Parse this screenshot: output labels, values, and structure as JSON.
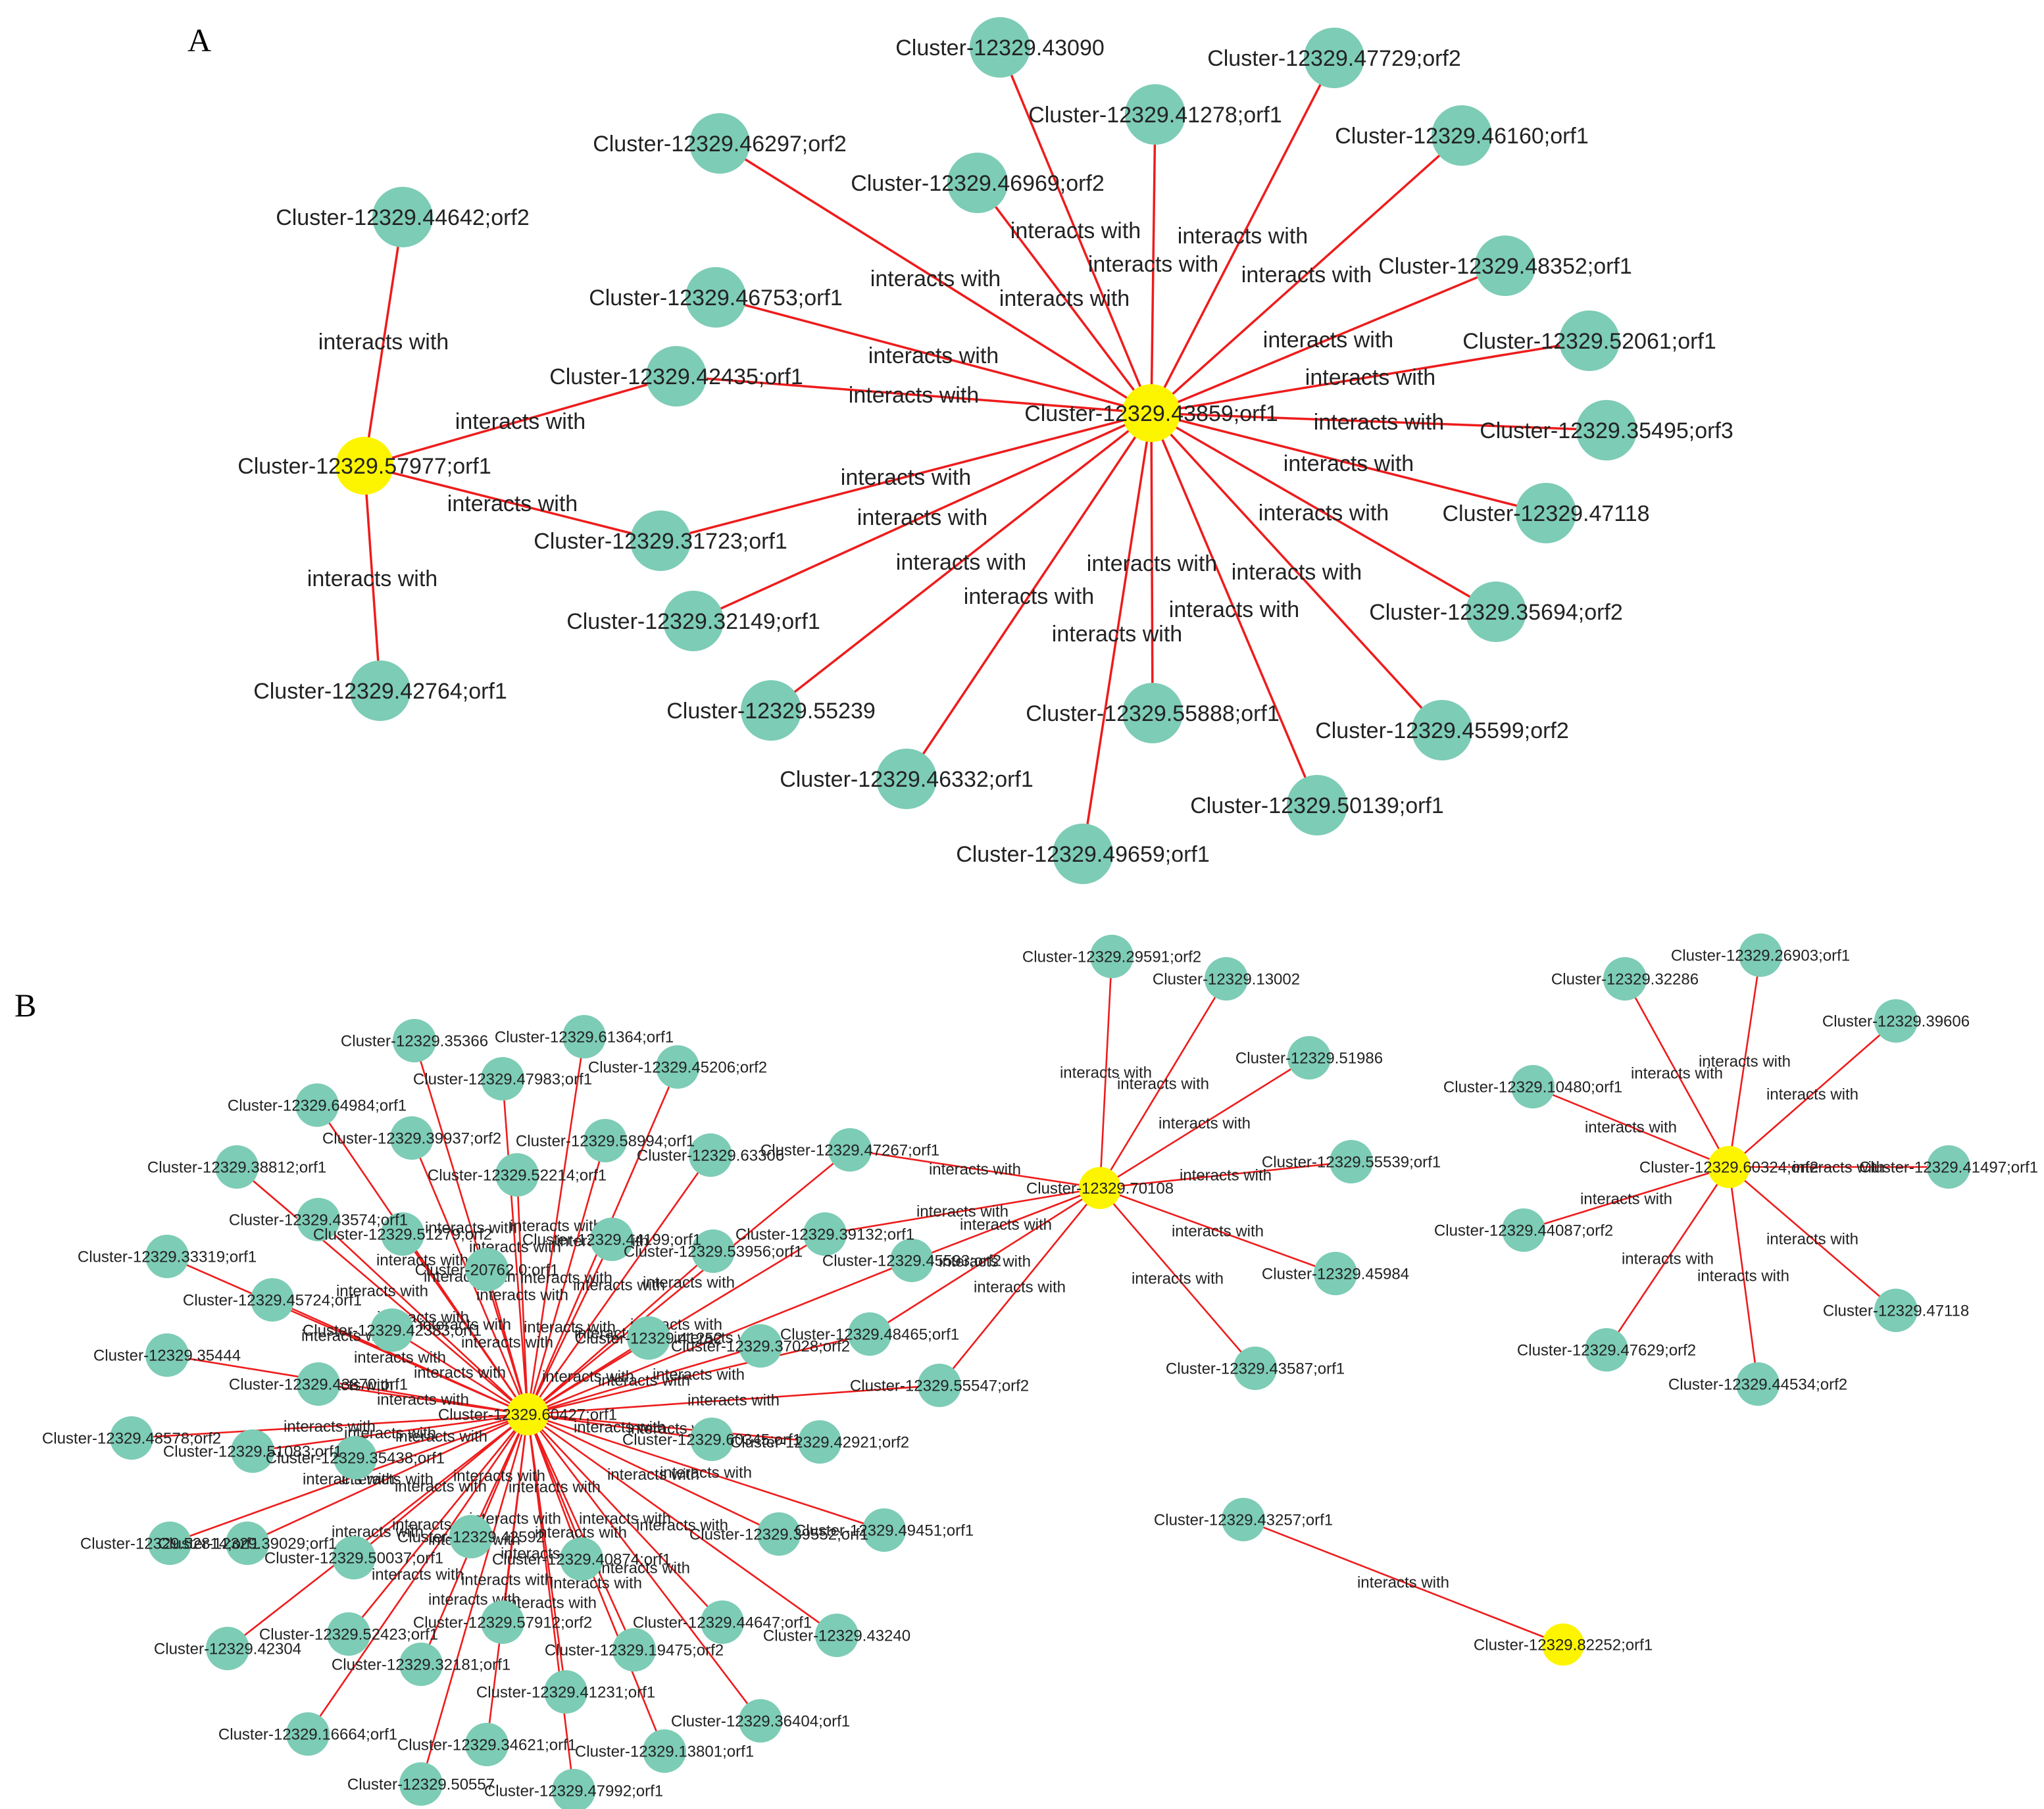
{
  "colors": {
    "edge": "#ee1c1c",
    "node": "#7dccb5",
    "hub": "#fdf500"
  },
  "panels": [
    {
      "label": "A",
      "edge_label": "interacts with",
      "hubs": [
        {
          "id": "Cluster-12329.43859;orf1",
          "neighbors": [
            "Cluster-12329.43090",
            "Cluster-12329.47729;orf2",
            "Cluster-12329.41278;orf1",
            "Cluster-12329.46297;orf2",
            "Cluster-12329.46969;orf2",
            "Cluster-12329.46160;orf1",
            "Cluster-12329.46753;orf1",
            "Cluster-12329.48352;orf1",
            "Cluster-12329.42435;orf1",
            "Cluster-12329.52061;orf1",
            "Cluster-12329.35495;orf3",
            "Cluster-12329.31723;orf1",
            "Cluster-12329.47118",
            "Cluster-12329.32149;orf1",
            "Cluster-12329.35694;orf2",
            "Cluster-12329.55239",
            "Cluster-12329.55888;orf1",
            "Cluster-12329.45599;orf2",
            "Cluster-12329.46332;orf1",
            "Cluster-12329.50139;orf1",
            "Cluster-12329.49659;orf1"
          ]
        },
        {
          "id": "Cluster-12329.57977;orf1",
          "neighbors": [
            "Cluster-12329.44642;orf2",
            "Cluster-12329.42435;orf1",
            "Cluster-12329.31723;orf1",
            "Cluster-12329.42764;orf1"
          ]
        }
      ]
    },
    {
      "label": "B",
      "edge_label": "interacts with",
      "hubs": [
        {
          "id": "Cluster-12329.60427;orf1",
          "neighbors": [
            "Cluster-12329.35366",
            "Cluster-12329.61364;orf1",
            "Cluster-12329.47983;orf1",
            "Cluster-12329.45206;orf2",
            "Cluster-12329.64984;orf1",
            "Cluster-12329.39937;orf2",
            "Cluster-12329.58994;orf1",
            "Cluster-12329.63306",
            "Cluster-12329.38812;orf1",
            "Cluster-12329.52214;orf1",
            "Cluster-12329.47267;orf1",
            "Cluster-12329.43574;orf1",
            "Cluster-12329.51279;orf2",
            "Cluster-12329.44199;orf1",
            "Cluster-12329.53956;orf1",
            "Cluster-12329.39132;orf1",
            "Cluster-12329.33319;orf1",
            "Cluster-20762.0;orf1",
            "Cluster-12329.45593;orf2",
            "Cluster-12329.45724;orf1",
            "Cluster-12329.42383;orf1",
            "Cluster-12329.41252",
            "Cluster-12329.37028;orf2",
            "Cluster-12329.48465;orf1",
            "Cluster-12329.35444",
            "Cluster-12329.43870;orf1",
            "Cluster-12329.55547;orf2",
            "Cluster-12329.48578;orf2",
            "Cluster-12329.51083;orf1",
            "Cluster-12329.35438;orf1",
            "Cluster-12329.60345;orf1",
            "Cluster-12329.42921;orf2",
            "Cluster-12329.52814;orf1",
            "Cluster-12329.39029;orf1",
            "Cluster-12329.50037;orf1",
            "Cluster-12329.42592",
            "Cluster-12329.39552;orf1",
            "Cluster-12329.49451;orf1",
            "Cluster-12329.40874;orf1",
            "Cluster-12329.52423;orf1",
            "Cluster-12329.42304",
            "Cluster-12329.57912;orf2",
            "Cluster-12329.44647;orf1",
            "Cluster-12329.43240",
            "Cluster-12329.32181;orf1",
            "Cluster-12329.19475;orf2",
            "Cluster-12329.41231;orf1",
            "Cluster-12329.16664;orf1",
            "Cluster-12329.36404;orf1",
            "Cluster-12329.34621;orf1",
            "Cluster-12329.13801;orf1",
            "Cluster-12329.50557",
            "Cluster-12329.47992;orf1"
          ]
        },
        {
          "id": "Cluster-12329.70108",
          "neighbors": [
            "Cluster-12329.29591;orf2",
            "Cluster-12329.13002",
            "Cluster-12329.51986",
            "Cluster-12329.55539;orf1",
            "Cluster-12329.45984",
            "Cluster-12329.43587;orf1",
            "Cluster-12329.47267;orf1",
            "Cluster-12329.39132;orf1",
            "Cluster-12329.45593;orf2",
            "Cluster-12329.48465;orf1",
            "Cluster-12329.55547;orf2"
          ]
        },
        {
          "id": "Cluster-12329.60324;orf2",
          "neighbors": [
            "Cluster-12329.26903;orf1",
            "Cluster-12329.32286",
            "Cluster-12329.39606",
            "Cluster-12329.10480;orf1",
            "Cluster-12329.41497;orf1",
            "Cluster-12329.44087;orf2",
            "Cluster-12329.47118",
            "Cluster-12329.47629;orf2",
            "Cluster-12329.44534;orf2"
          ]
        },
        {
          "id": "Cluster-12329.82252;orf1",
          "neighbors": [
            "Cluster-12329.43257;orf1"
          ]
        }
      ]
    }
  ]
}
